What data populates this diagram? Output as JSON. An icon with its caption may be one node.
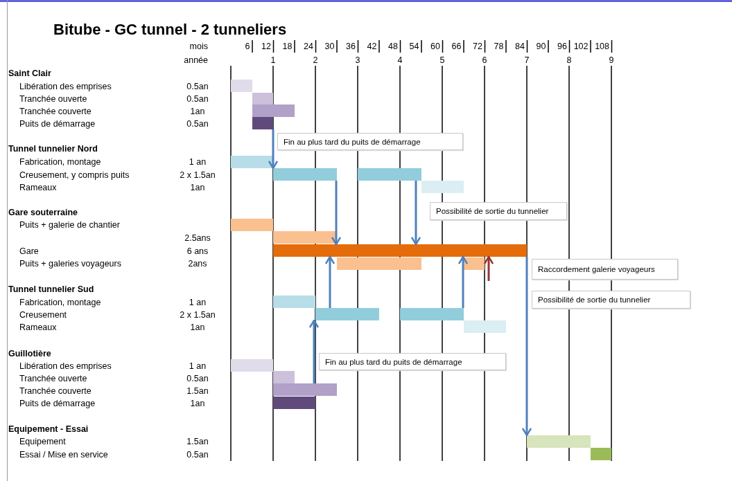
{
  "diagram": {
    "title": "Bitube - GC tunnel - 2 tunneliers",
    "nodes": [
      {
        "text": [],
        "shape": "bar"
      },
      {
        "text": [],
        "shape": "bar"
      },
      {
        "text": [],
        "shape": "bar"
      },
      {
        "text": [],
        "shape": "bar"
      },
      {
        "text": [
          "Fin au plus tard du puits de démarrage"
        ]
      },
      {
        "text": [],
        "shape": "bar"
      },
      {
        "text": [],
        "shape": "bar"
      },
      {
        "text": [],
        "shape": "bar"
      },
      {
        "text": [],
        "shape": "bar"
      },
      {
        "text": [
          "Possibilité de sortie du tunnelier"
        ]
      },
      {
        "text": [],
        "shape": "bar"
      },
      {
        "text": [],
        "shape": "bar"
      },
      {
        "text": [],
        "shape": "bar"
      },
      {
        "text": [],
        "shape": "bar"
      },
      {
        "text": [],
        "shape": "bar"
      },
      {
        "text": [
          "Raccordement galerie voyageurs"
        ]
      },
      {
        "text": [
          "Possibilité de sortie du tunnelier"
        ]
      },
      {
        "text": [],
        "shape": "bar"
      },
      {
        "text": [],
        "shape": "bar"
      },
      {
        "text": [],
        "shape": "bar"
      },
      {
        "text": [],
        "shape": "bar"
      },
      {
        "text": [
          "Fin au plus tard du puits de démarrage"
        ]
      },
      {
        "text": [],
        "shape": "bar"
      },
      {
        "text": [],
        "shape": "bar"
      },
      {
        "text": [],
        "shape": "bar"
      },
      {
        "text": [],
        "shape": "bar"
      },
      {
        "text": [],
        "shape": "bar"
      },
      {
        "text": [],
        "shape": "bar"
      }
    ],
    "edges": [
      {
        "from": 3,
        "to": 6,
        "arrow": "to"
      },
      {
        "from": 6,
        "to": 12,
        "arrow": "to"
      },
      {
        "from": 7,
        "to": 12,
        "arrow": "to"
      },
      {
        "from": 18,
        "to": 12,
        "arrow": "to"
      },
      {
        "from": 19,
        "to": 12,
        "arrow": "to"
      },
      {
        "from": 24,
        "to": 18,
        "arrow": "to"
      },
      {
        "from": 12,
        "to": 26,
        "arrow": "to"
      },
      {
        "from": null,
        "to": 12,
        "arrow": "to",
        "color": "#943634"
      }
    ],
    "labels": [
      "mois",
      "6",
      "12",
      "18",
      "24",
      "30",
      "36",
      "42",
      "48",
      "54",
      "60",
      "66",
      "72",
      "78",
      "84",
      "90",
      "96",
      "102",
      "108",
      "année",
      "1",
      "2",
      "3",
      "4",
      "5",
      "6",
      "7",
      "8",
      "9",
      "Saint Clair",
      "Libération des emprises",
      "0.5an",
      "Tranchée ouverte",
      "0.5an",
      "Tranchée couverte",
      "1an",
      "Puits de démarrage",
      "0.5an",
      "Tunnel tunnelier Nord",
      "Fabrication, montage",
      "1 an",
      "Creusement, y compris puits",
      "2 x 1.5an",
      "Rameaux",
      "1an",
      "Gare souterraine",
      "Puits + galerie de chantier",
      "2.5ans",
      "Gare",
      "6 ans",
      "Puits + galeries voyageurs",
      "2ans",
      "Tunnel tunnelier Sud",
      "Fabrication, montage",
      "1 an",
      "Creusement",
      "2 x 1.5an",
      "Rameaux",
      "1an",
      "Guillotière",
      "Libération des emprises",
      "1 an",
      "Tranchée ouverte",
      "0.5an",
      "Tranchée couverte",
      "1.5an",
      "Puits de démarrage",
      "1an",
      "Equipement - Essai",
      "Equipement",
      "1.5an",
      "Essai / Mise en service",
      "0.5an"
    ]
  }
}
